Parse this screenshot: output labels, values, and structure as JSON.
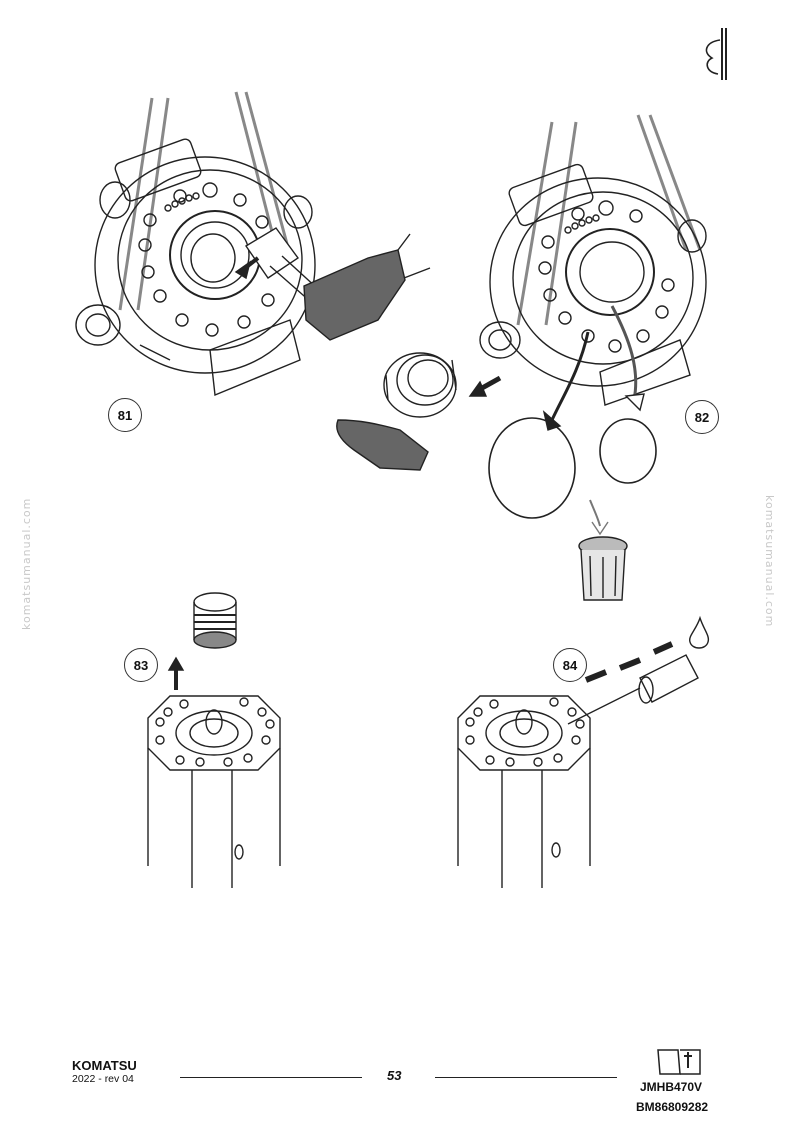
{
  "steps": [
    "81",
    "82",
    "83",
    "84"
  ],
  "watermark": "komatsumanual.com",
  "footer": {
    "brand": "KOMATSU",
    "revision": "2022 -  rev 04",
    "page_number": "53",
    "doc_code": "JMHB470V",
    "doc_number": "BM86809282"
  },
  "icons": [
    "section-tab-icon",
    "manual-book-icon",
    "trash-bin-icon",
    "oil-drop-icon"
  ]
}
